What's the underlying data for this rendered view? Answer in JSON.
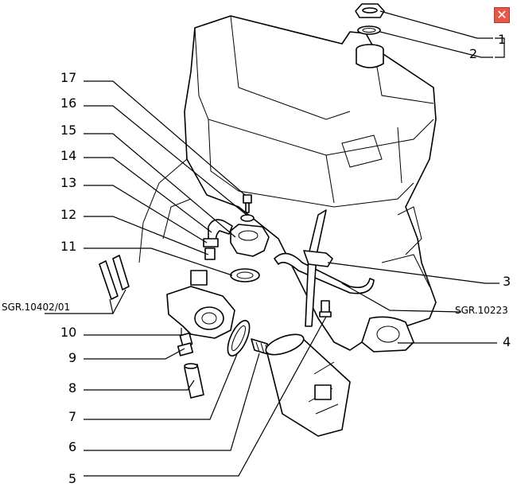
{
  "close_button": {
    "glyph": "✕",
    "icon": "close-icon",
    "color": "#e8584a"
  },
  "callouts": {
    "c1": "1",
    "c2": "2",
    "c3": "3",
    "c4": "4",
    "c5": "5",
    "c6": "6",
    "c7": "7",
    "c8": "8",
    "c9": "9",
    "c10": "10",
    "c11": "11",
    "c12": "12",
    "c13": "13",
    "c14": "14",
    "c15": "15",
    "c16": "16",
    "c17": "17",
    "ref_left": "SGR.10402/01",
    "ref_right": "SGR.10223"
  }
}
